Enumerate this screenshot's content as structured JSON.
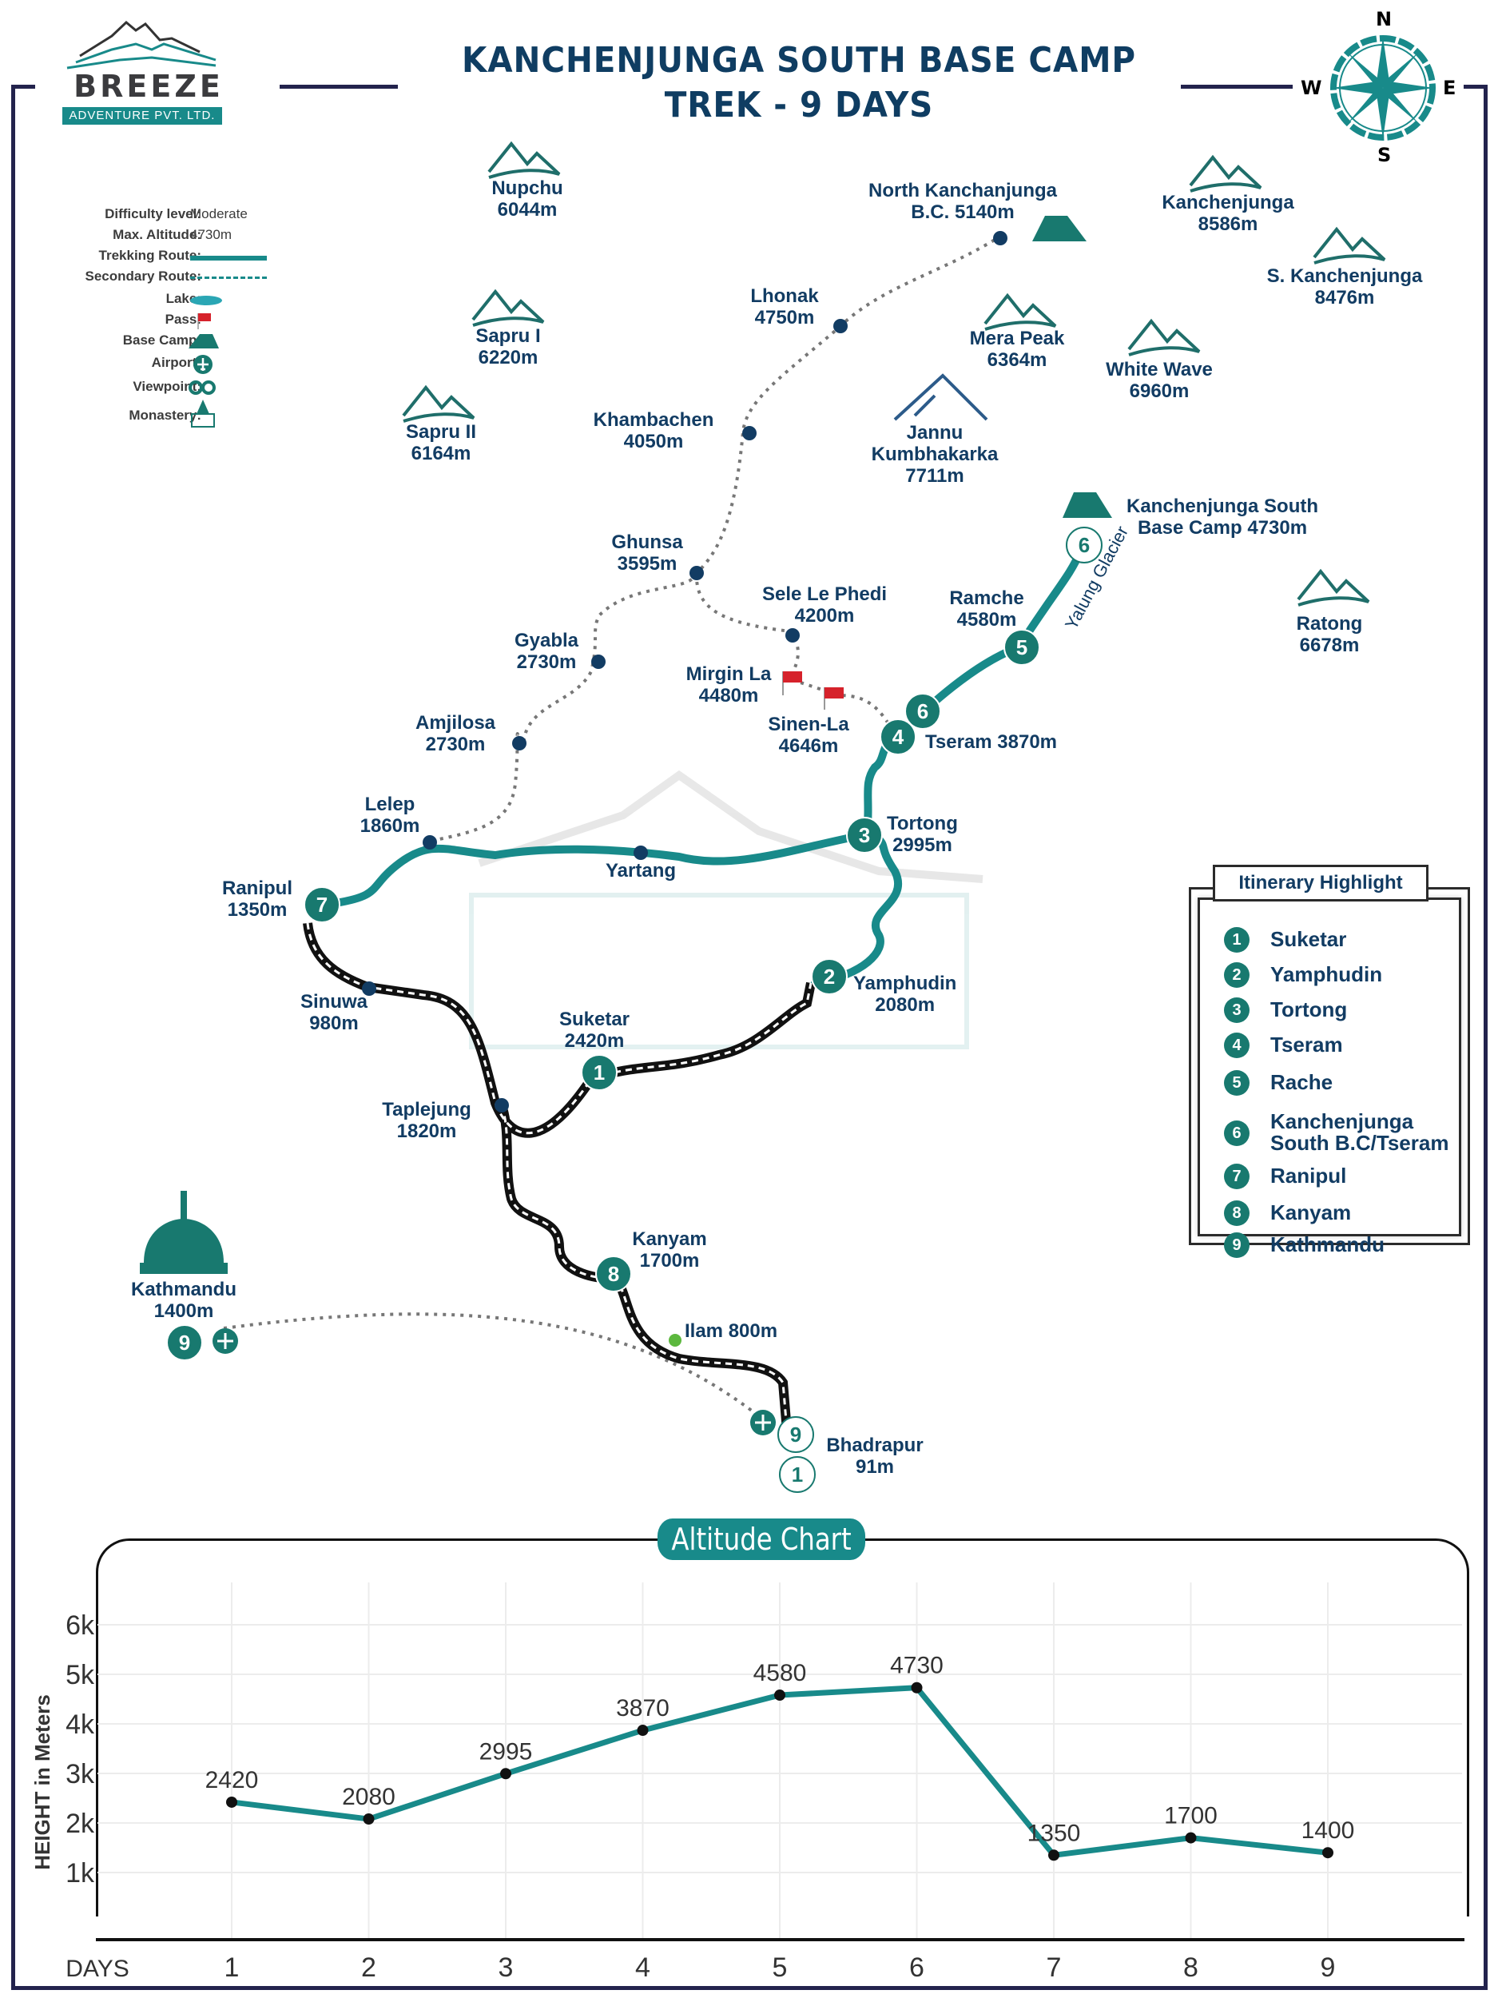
{
  "header": {
    "title_line1": "KANCHENJUNGA SOUTH BASE CAMP",
    "title_line2": "TREK - 9 DAYS",
    "logo_word": "BREEZE",
    "logo_tagline": "ADVENTURE PVT. LTD.",
    "compass": {
      "n": "N",
      "s": "S",
      "e": "E",
      "w": "W"
    }
  },
  "colors": {
    "teal": "#188a8a",
    "stop": "#18796f",
    "navy": "#123c63",
    "frame": "#23234d",
    "pass": "#d6222b",
    "ilam": "#5cb83e"
  },
  "legend": [
    {
      "label": "Difficulty level:",
      "value": "Moderate"
    },
    {
      "label": "Max. Altitude:",
      "value": "4730m"
    },
    {
      "label": "Trekking Route:",
      "icon": "solid-line-icon"
    },
    {
      "label": "Secondary Route:",
      "icon": "dashed-line-icon"
    },
    {
      "label": "Lake:",
      "icon": "lake-icon"
    },
    {
      "label": "Pass:",
      "icon": "flag-icon"
    },
    {
      "label": "Base Camp:",
      "icon": "tent-icon"
    },
    {
      "label": "Airport:",
      "icon": "airplane-icon"
    },
    {
      "label": "Viewpoint:",
      "icon": "binoculars-icon"
    },
    {
      "label": "Monastery:",
      "icon": "monastery-icon"
    }
  ],
  "peaks": [
    {
      "name": "Nupchu",
      "alt": "6044m"
    },
    {
      "name": "Sapru I",
      "alt": "6220m"
    },
    {
      "name": "Sapru II",
      "alt": "6164m"
    },
    {
      "name": "Kanchenjunga",
      "alt": "8586m"
    },
    {
      "name": "S. Kanchenjunga",
      "alt": "8476m"
    },
    {
      "name": "Mera Peak",
      "alt": "6364m"
    },
    {
      "name": "White Wave",
      "alt": "6960m"
    },
    {
      "name": "Jannu Kumbhakarka",
      "alt": "7711m"
    },
    {
      "name": "Ratong",
      "alt": "6678m"
    }
  ],
  "places": {
    "north_bc": {
      "name": "North Kanchanjunga",
      "alt": "B.C. 5140m"
    },
    "lhonak": {
      "name": "Lhonak",
      "alt": "4750m"
    },
    "khambachen": {
      "name": "Khambachen",
      "alt": "4050m"
    },
    "ghunsa": {
      "name": "Ghunsa",
      "alt": "3595m"
    },
    "sele_le": {
      "name": "Sele Le Phedi",
      "alt": "4200m"
    },
    "gyabla": {
      "name": "Gyabla",
      "alt": "2730m"
    },
    "amjilosa": {
      "name": "Amjilosa",
      "alt": "2730m"
    },
    "mirgin_la": {
      "name": "Mirgin La",
      "alt": "4480m"
    },
    "sinen_la": {
      "name": "Sinen-La",
      "alt": "4646m"
    },
    "south_bc": {
      "name": "Kanchenjunga South",
      "alt": "Base Camp 4730m"
    },
    "ramche": {
      "name": "Ramche",
      "alt": "4580m"
    },
    "tseram": {
      "name": "Tseram 3870m"
    },
    "glacier": {
      "name": "Yalung Glacier"
    },
    "lelep": {
      "name": "Lelep",
      "alt": "1860m"
    },
    "tortong": {
      "name": "Tortong",
      "alt": "2995m"
    },
    "yartang": {
      "name": "Yartang"
    },
    "ranipul": {
      "name": "Ranipul",
      "alt": "1350m"
    },
    "sinuwa": {
      "name": "Sinuwa",
      "alt": "980m"
    },
    "yamphudin": {
      "name": "Yamphudin",
      "alt": "2080m"
    },
    "suketar": {
      "name": "Suketar",
      "alt": "2420m"
    },
    "taplejung": {
      "name": "Taplejung",
      "alt": "1820m"
    },
    "kanyam": {
      "name": "Kanyam",
      "alt": "1700m"
    },
    "ilam": {
      "name": "Ilam 800m"
    },
    "kathmandu": {
      "name": "Kathmandu",
      "alt": "1400m"
    },
    "bhadrapur": {
      "name": "Bhadrapur",
      "alt": "91m"
    }
  },
  "stops": {
    "s1": "1",
    "s2": "2",
    "s3": "3",
    "s4": "4",
    "s5": "5",
    "s6a": "6",
    "s6b": "6",
    "s7": "7",
    "s8": "8",
    "s9k": "9",
    "s9b": "9",
    "s1b": "1"
  },
  "itinerary": {
    "title": "Itinerary Highlight",
    "items": [
      {
        "num": "1",
        "name": "Suketar"
      },
      {
        "num": "2",
        "name": "Yamphudin"
      },
      {
        "num": "3",
        "name": "Tortong"
      },
      {
        "num": "4",
        "name": "Tseram"
      },
      {
        "num": "5",
        "name": "Rache"
      },
      {
        "num": "6",
        "name": "Kanchenjunga",
        "name2": "South B.C/Tseram"
      },
      {
        "num": "7",
        "name": "Ranipul"
      },
      {
        "num": "8",
        "name": "Kanyam"
      },
      {
        "num": "9",
        "name": "Kathmandu"
      }
    ]
  },
  "chart_data": {
    "type": "line",
    "title": "Altitude Chart",
    "xlabel": "DAYS",
    "ylabel": "HEIGHT in Meters",
    "categories": [
      "1",
      "2",
      "3",
      "4",
      "5",
      "6",
      "7",
      "8",
      "9"
    ],
    "values": [
      2420,
      2080,
      2995,
      3870,
      4580,
      4730,
      1350,
      1700,
      1400
    ],
    "y_ticks": [
      "1k",
      "2k",
      "3k",
      "4k",
      "5k",
      "6k"
    ],
    "ylim": [
      0,
      7000
    ],
    "grid": true,
    "legend": "none"
  }
}
